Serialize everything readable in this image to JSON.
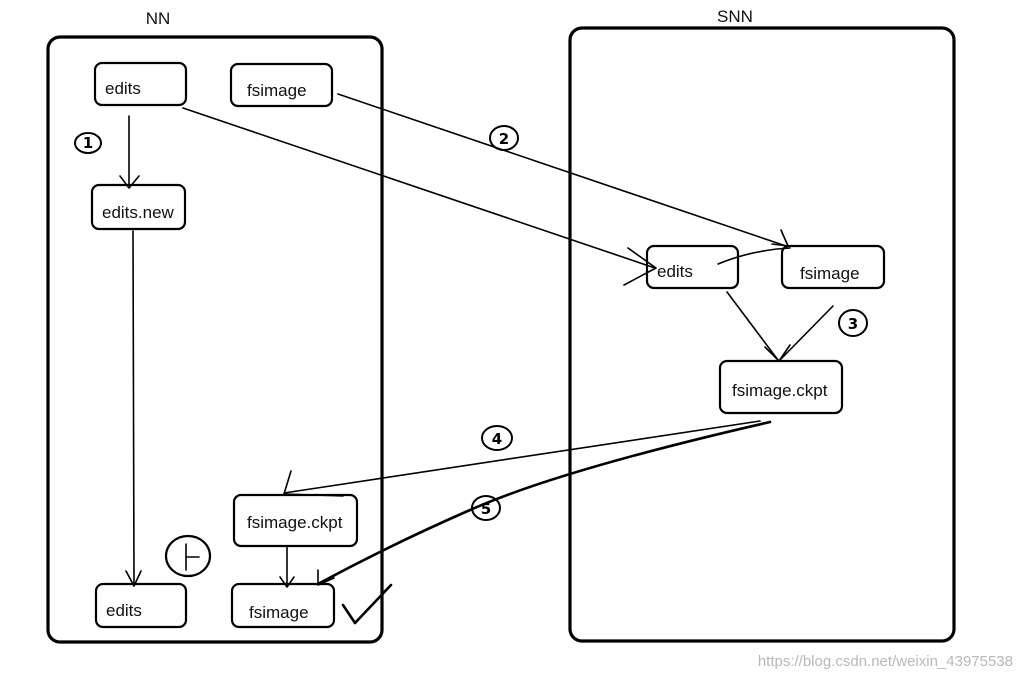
{
  "panels": {
    "nn_title": "NN",
    "snn_title": "SNN"
  },
  "nn": {
    "edits": "edits",
    "fsimage_top": "fsimage",
    "edits_new": "edits.new",
    "fsimage_ckpt": "fsimage.ckpt",
    "edits_bottom": "edits",
    "fsimage_bottom": "fsimage"
  },
  "snn": {
    "edits": "edits",
    "fsimage": "fsimage",
    "fsimage_ckpt": "fsimage.ckpt"
  },
  "steps": [
    "1",
    "2",
    "3",
    "4",
    "5"
  ],
  "watermark": "https://blog.csdn.net/weixin_43975538"
}
